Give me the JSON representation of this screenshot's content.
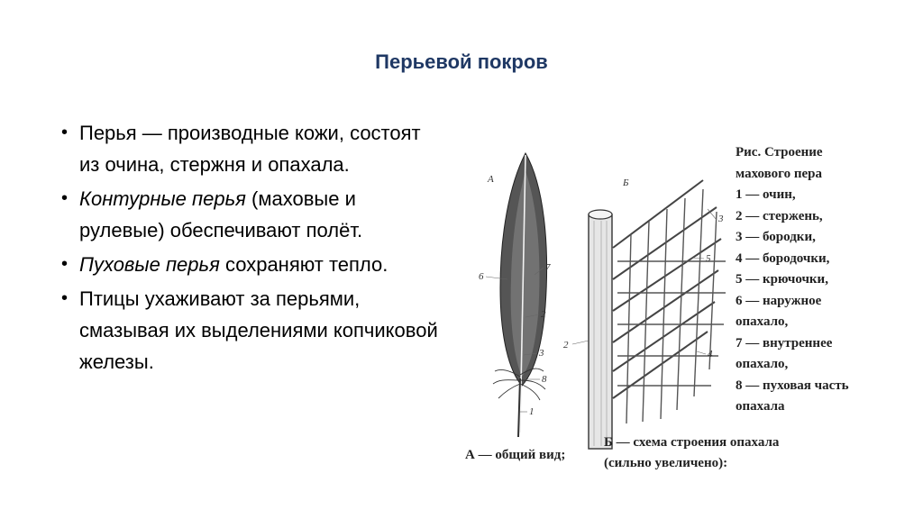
{
  "slide": {
    "title": "Перьевой покров"
  },
  "bullets": [
    {
      "dot": "•",
      "lead": "",
      "text": "Перья — производные кожи, состоят из очина, стержня и опахала."
    },
    {
      "dot": "•",
      "lead": "Контурные перья",
      "text": " (маховые и рулевые) обеспечивают полёт."
    },
    {
      "dot": "•",
      "lead": "Пуховые перья",
      "text": " сохраняют тепло."
    },
    {
      "dot": "•",
      "lead": "",
      "text": "Птицы ухаживают за перьями, смазывая их выделениями копчиковой железы."
    }
  ],
  "figure": {
    "label_a": "А",
    "label_b": "Б",
    "numbers_a": [
      "6",
      "7",
      "2",
      "3",
      "8",
      "1"
    ],
    "numbers_b": [
      "3",
      "5",
      "2",
      "4"
    ],
    "caption_a": "А — общий вид;",
    "caption_b_line1": "Б — схема строения опахала",
    "caption_b_line2": "(сильно увеличено):",
    "legend": [
      "Рис. Строение",
      "махового пера",
      " 1 — очин,",
      "2 — стержень,",
      "3 — бородки,",
      "4 — бородочки,",
      "5 — крючочки,",
      "6 — наружное",
      "опахало,",
      "7 — внутреннее",
      "опахало,",
      "8 — пуховая часть",
      "опахала"
    ]
  }
}
